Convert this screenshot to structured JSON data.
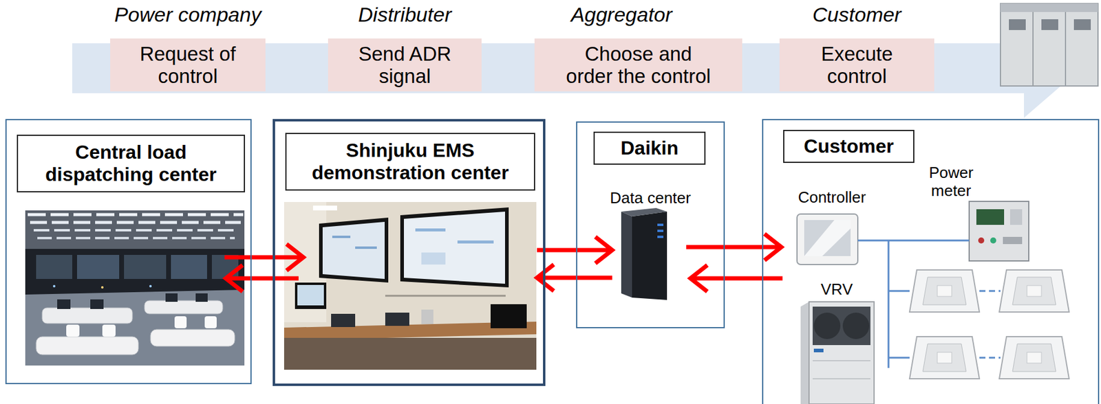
{
  "diagram": {
    "nodes": [
      {
        "text": [
          "Power company",
          "Request of control"
        ]
      },
      {
        "text": [
          "Distributer",
          "Send ADR signal"
        ]
      },
      {
        "text": [
          "Aggregator",
          "Choose and order the control"
        ]
      },
      {
        "text": [
          "Customer",
          "Execute control"
        ]
      },
      {
        "text": [
          "Central load dispatching center"
        ]
      },
      {
        "text": [
          "Shinjuku EMS demonstration center"
        ]
      },
      {
        "text": [
          "Daikin",
          "Data center"
        ]
      },
      {
        "text": [
          "Customer"
        ]
      }
    ],
    "edges": [
      {
        "from": 4,
        "to": 5,
        "arrow": "to"
      },
      {
        "from": 5,
        "to": 4,
        "arrow": "to"
      },
      {
        "from": 5,
        "to": 6,
        "arrow": "to"
      },
      {
        "from": 6,
        "to": 5,
        "arrow": "to"
      },
      {
        "from": 6,
        "to": 7,
        "arrow": "to"
      },
      {
        "from": 7,
        "to": 6,
        "arrow": "to"
      }
    ],
    "labels": [
      "Controller",
      "Power meter",
      "VRV"
    ]
  }
}
